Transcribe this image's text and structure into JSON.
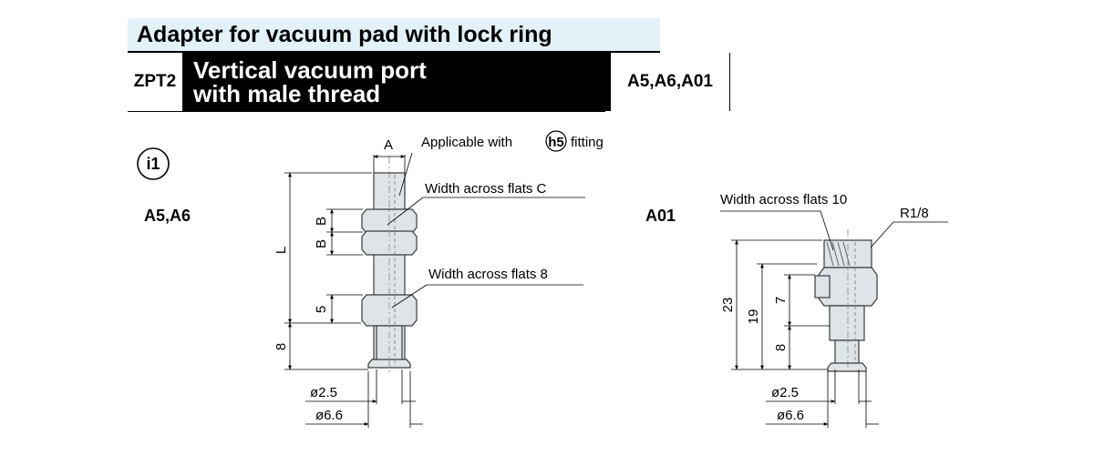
{
  "header": {
    "title": "Adapter for vacuum pad with lock ring"
  },
  "series": {
    "code": "ZPT2",
    "description_line1": "Vertical vacuum port",
    "description_line2": "with male thread",
    "variants": "A5,A6,A01"
  },
  "left_drawing": {
    "marker": "i1",
    "variant_label": "A5,A6",
    "dim_A": "A",
    "dim_L": "L",
    "dim_B1": "B",
    "dim_B2": "B",
    "dim_5": "5",
    "dim_8": "8",
    "callout_applicable_prefix": "Applicable with",
    "callout_applicable_code": "h5",
    "callout_applicable_suffix": "fitting",
    "callout_flats_c": "Width across flats C",
    "callout_flats_8": "Width across flats 8",
    "dia_small": "ø2.5",
    "dia_large": "ø6.6"
  },
  "right_drawing": {
    "variant_label": "A01",
    "callout_flats_10": "Width across flats 10",
    "callout_thread": "R1/8",
    "dim_23": "23",
    "dim_19": "19",
    "dim_7": "7",
    "dim_8": "8",
    "dia_small": "ø2.5",
    "dia_large": "ø6.6"
  }
}
